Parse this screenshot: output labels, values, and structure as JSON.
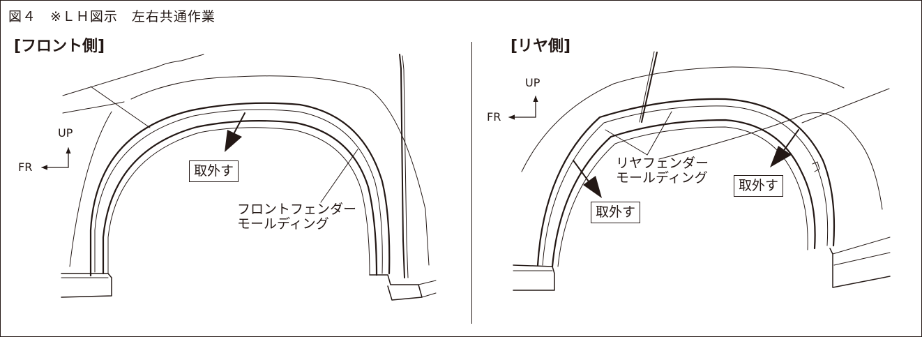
{
  "figure": {
    "title": "図４　※ＬＨ図示　左右共通作業",
    "front": {
      "heading": "[フロント側]",
      "remove_label": "取外す",
      "part_label_line1": "フロントフェンダー",
      "part_label_line2": "モールディング",
      "dir_up": "UP",
      "dir_fr": "FR"
    },
    "rear": {
      "heading": "[リヤ側]",
      "remove_label_1": "取外す",
      "remove_label_2": "取外す",
      "part_label_line1": "リヤフェンダー",
      "part_label_line2": "モールディング",
      "dir_up": "UP",
      "dir_fr": "FR"
    }
  },
  "colors": {
    "line": "#231815",
    "background": "#ffffff"
  }
}
